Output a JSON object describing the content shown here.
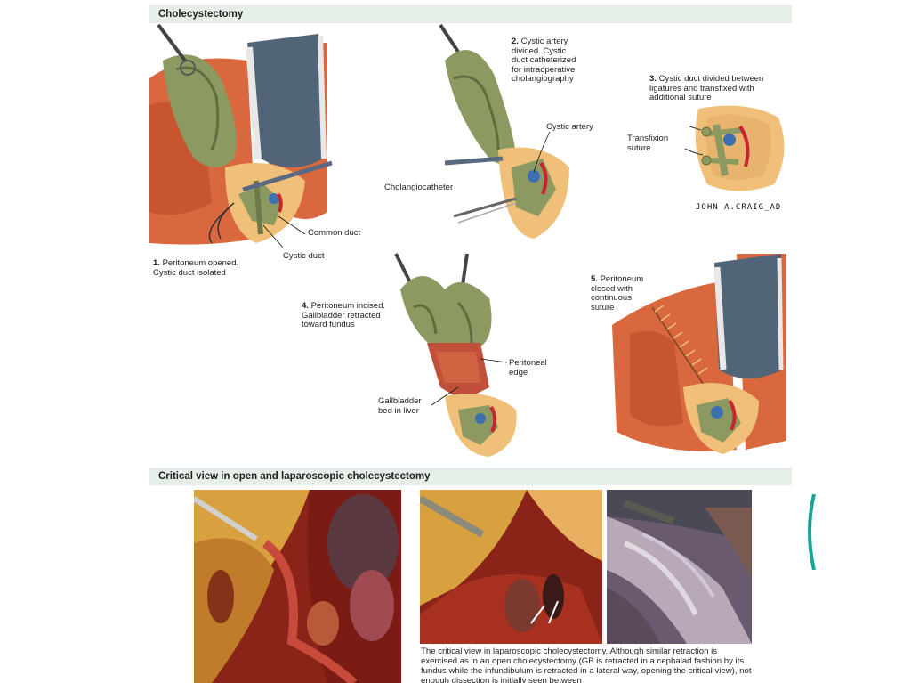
{
  "sections": {
    "top_title": "Cholecystectomy",
    "bottom_title": "Critical view in open and laparoscopic cholecystectomy"
  },
  "steps": {
    "step1": {
      "num": "1.",
      "text": "Peritoneum opened.\nCystic duct isolated"
    },
    "step2": {
      "num": "2.",
      "text": "Cystic artery\ndivided. Cystic\nduct catheterized\nfor intraoperative\ncholangiography"
    },
    "step3": {
      "num": "3.",
      "text": "Cystic duct divided between\nligatures and transfixed with\nadditional suture"
    },
    "step4": {
      "num": "4.",
      "text": "Peritoneum incised.\nGallbladder retracted\ntoward fundus"
    },
    "step5": {
      "num": "5.",
      "text": "Peritoneum\nclosed with\ncontinuous\nsuture"
    }
  },
  "labels": {
    "common_duct": "Common duct",
    "cystic_duct": "Cystic duct",
    "cystic_artery": "Cystic artery",
    "cholangiocatheter": "Cholangiocatheter",
    "transfixion_suture": "Transfixion\nsuture",
    "peritoneal_edge": "Peritoneal\nedge",
    "gallbladder_bed": "Gallbladder\nbed in liver"
  },
  "signature": "JOHN A.CRAIG_AD",
  "caption": "The critical view in laparoscopic cholecystectomy. Although similar retraction is exercised as in an open cholecystectomy (GB is retracted in a cephalad fashion by its fundus while the infundibulum is retracted in a lateral way, opening the critical view), not enough dissection is initially seen between",
  "colors": {
    "header_bg": "#e6eee8",
    "liver": "#d9683f",
    "gallbladder": "#8c9a62",
    "fat": "#f0c07a",
    "accent_teal": "#1aa596"
  }
}
